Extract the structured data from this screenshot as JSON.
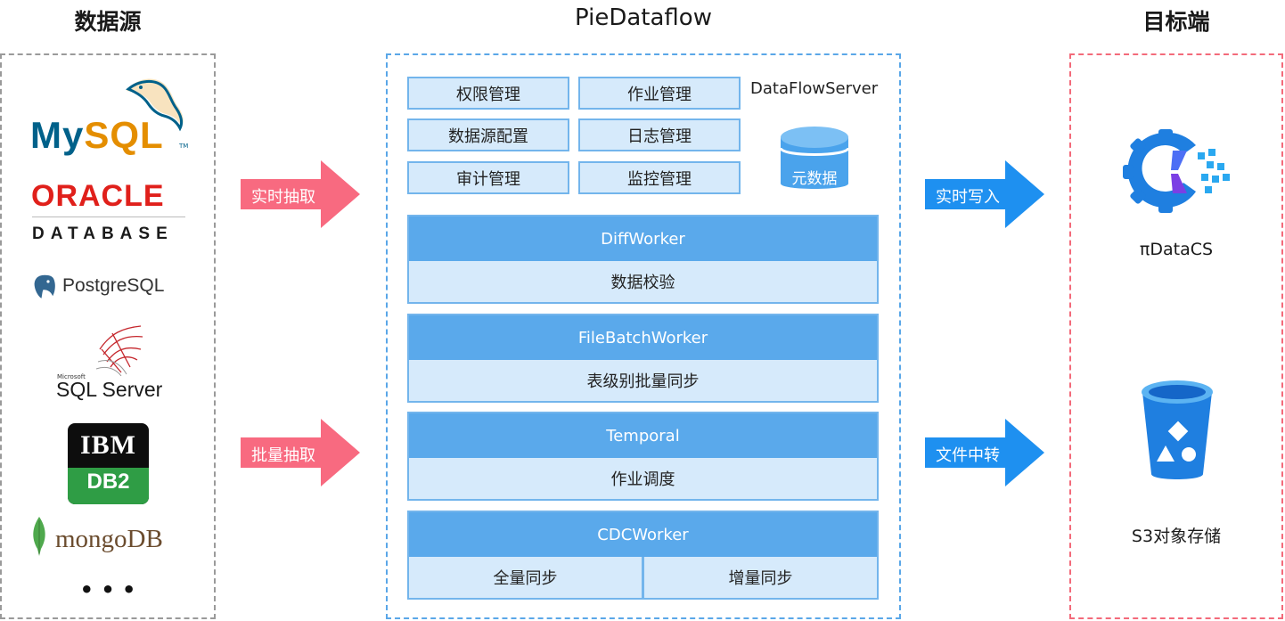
{
  "columns": {
    "source_title": "数据源",
    "main_title": "PieDataflow",
    "target_title": "目标端"
  },
  "sources": {
    "mysql": "MySQL",
    "mysql_tm": "TM",
    "oracle_top": "ORACLE",
    "oracle_bottom": "DATABASE",
    "postgres": "PostgreSQL",
    "sqlserver_small": "Microsoft",
    "sqlserver": "SQL Server",
    "ibm_top": "IBM",
    "ibm_bottom": "DB2",
    "mongo": "mongoDB",
    "more": "• • •"
  },
  "arrows": {
    "realtime_extract": "实时抽取",
    "batch_extract": "批量抽取",
    "realtime_write": "实时写入",
    "file_transfer": "文件中转"
  },
  "server": {
    "label": "DataFlowServer",
    "modules": [
      "权限管理",
      "作业管理",
      "数据源配置",
      "日志管理",
      "审计管理",
      "监控管理"
    ],
    "metadata": "元数据"
  },
  "workers": [
    {
      "name": "DiffWorker",
      "desc": "数据校验"
    },
    {
      "name": "FileBatchWorker",
      "desc": "表级别批量同步"
    },
    {
      "name": "Temporal",
      "desc": "作业调度"
    },
    {
      "name": "CDCWorker",
      "parts": [
        "全量同步",
        "增量同步"
      ]
    }
  ],
  "targets": {
    "datacs": "πDataCS",
    "s3": "S3对象存储"
  },
  "colors": {
    "source_border": "#9a9a9a",
    "main_border": "#5aa7e8",
    "target_border": "#f36a7a",
    "worker_header": "#5aa9eb",
    "module_fill": "#d6eafb",
    "extract_arrow": "#f86a80",
    "write_arrow": "#1e90f0"
  }
}
